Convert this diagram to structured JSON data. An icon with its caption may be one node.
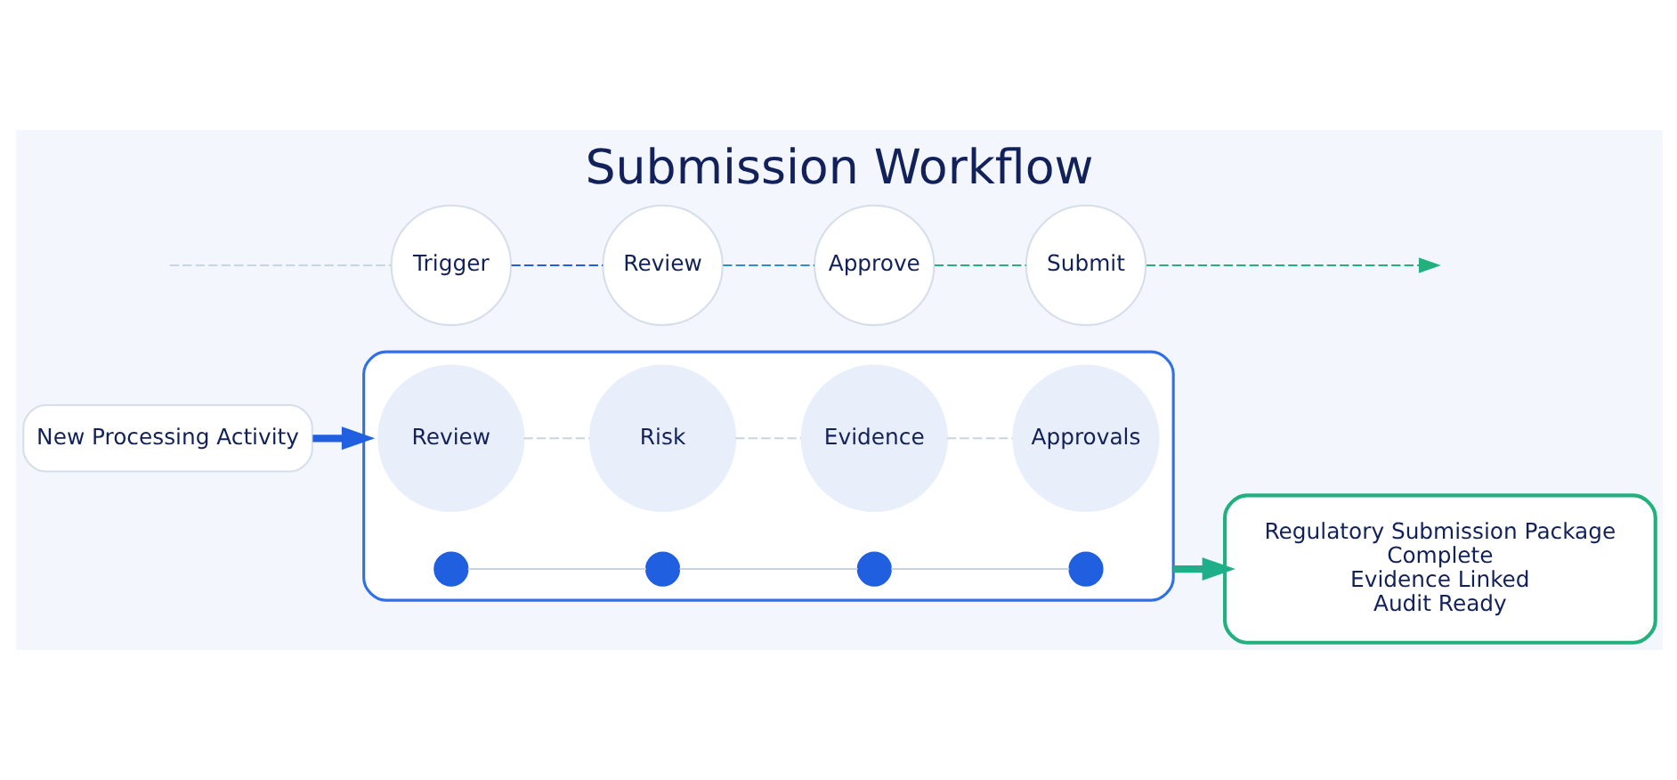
{
  "diagram": {
    "title": "Submission Workflow",
    "nodes": [
      {
        "text": [
          "New Processing Activity"
        ]
      },
      {
        "text": [],
        "shape": "box"
      },
      {
        "text": [
          "Review"
        ],
        "in": 1
      },
      {
        "text": [
          "Risk"
        ],
        "in": 1
      },
      {
        "text": [
          "Evidence"
        ],
        "in": 1
      },
      {
        "text": [
          "Approvals"
        ],
        "in": 1
      },
      {
        "text": [],
        "shape": "circle",
        "in": 1
      },
      {
        "text": [],
        "shape": "circle",
        "in": 1
      },
      {
        "text": [],
        "shape": "circle",
        "in": 1
      },
      {
        "text": [],
        "shape": "circle",
        "in": 1
      },
      {
        "text": [
          "Regulatory Submission Package",
          "Complete",
          "Evidence Linked",
          "Audit Ready"
        ]
      },
      {
        "text": [
          "Trigger"
        ]
      },
      {
        "text": [
          "Review"
        ]
      },
      {
        "text": [
          "Approve"
        ]
      },
      {
        "text": [
          "Submit"
        ]
      }
    ],
    "edges": [
      {
        "from": 0,
        "to": 1,
        "arrow": "to",
        "style": "thick",
        "color": "#1f5fe0"
      },
      {
        "from": 2,
        "to": 3,
        "arrow": "none",
        "style": "dashed",
        "color": "#c9d3e6"
      },
      {
        "from": 3,
        "to": 4,
        "arrow": "none",
        "style": "dashed",
        "color": "#c9d3e6"
      },
      {
        "from": 4,
        "to": 5,
        "arrow": "none",
        "style": "dashed",
        "color": "#c9d3e6"
      },
      {
        "from": 6,
        "to": 7,
        "arrow": "none",
        "color": "#c9d3e6"
      },
      {
        "from": 7,
        "to": 8,
        "arrow": "none",
        "color": "#c9d3e6"
      },
      {
        "from": 8,
        "to": 9,
        "arrow": "none",
        "color": "#c9d3e6"
      },
      {
        "from": 1,
        "to": 10,
        "arrow": "to",
        "style": "thick",
        "color": "#1fae8a"
      },
      {
        "from": null,
        "to": 11,
        "arrow": "none",
        "style": "dashed",
        "color": "#c9d3e6"
      },
      {
        "from": 11,
        "to": 12,
        "arrow": "none",
        "style": "dashed",
        "color": "#1f5fe0"
      },
      {
        "from": 12,
        "to": 13,
        "arrow": "none",
        "style": "dashed",
        "color": "#2a8fd0"
      },
      {
        "from": 13,
        "to": 14,
        "arrow": "none",
        "style": "dashed",
        "color": "#22b07d"
      },
      {
        "from": 14,
        "to": null,
        "arrow": "to",
        "style": "dashed",
        "color": "#22b07d"
      }
    ]
  }
}
